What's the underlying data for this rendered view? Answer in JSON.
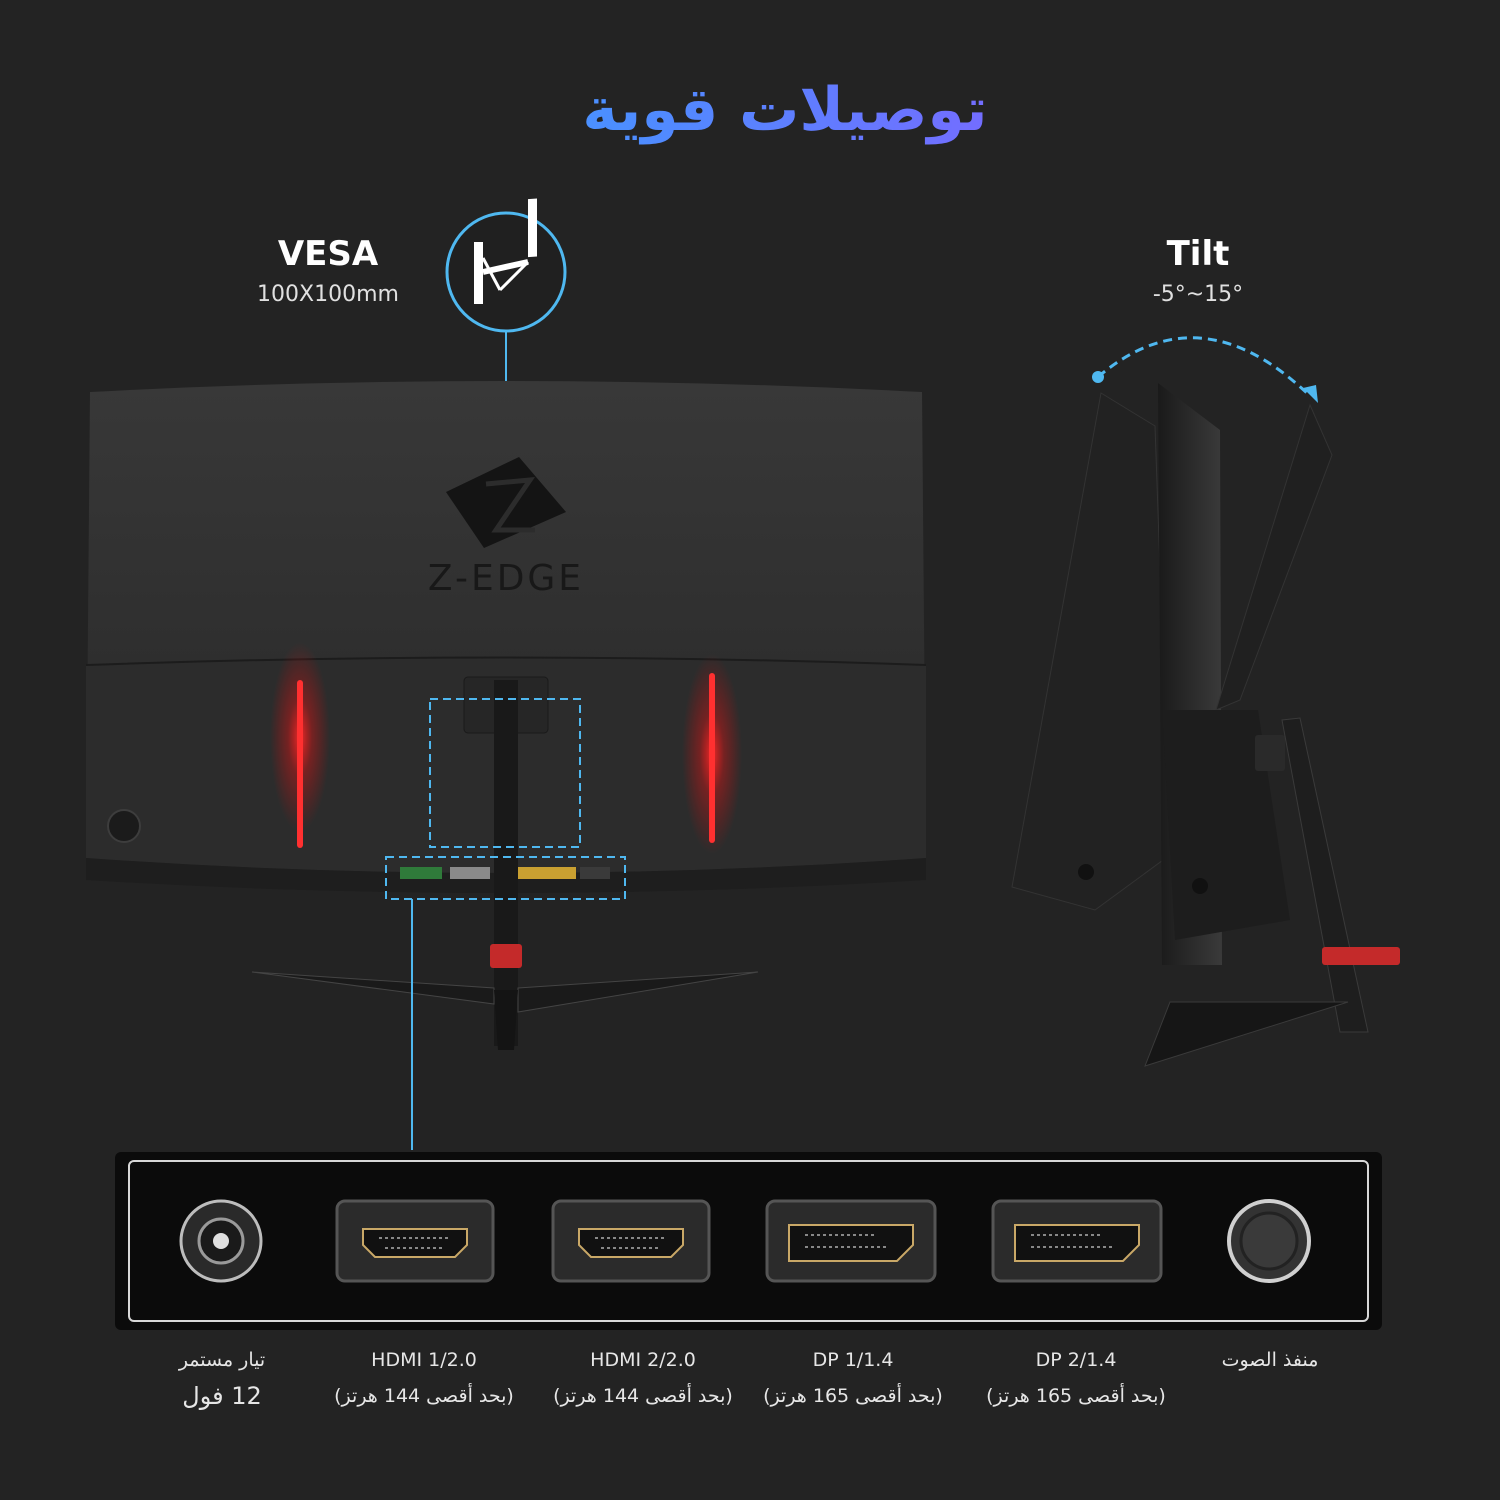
{
  "title": "توصيلات قوية",
  "vesa": {
    "title": "VESA",
    "spec": "100X100mm",
    "icon": "vesa-mount-icon"
  },
  "tilt": {
    "title": "Tilt",
    "range": "-5°~15°",
    "icon": "tilt-arrow-icon"
  },
  "brand": {
    "name": "Z-EDGE",
    "logo": "z-edge-logo"
  },
  "ports": [
    {
      "icon": "dc-power-port-icon",
      "label": "تيار مستمر",
      "sub": "12 فول"
    },
    {
      "icon": "hdmi-port-icon",
      "label": "HDMI 1/2.0",
      "sub": "(بحد أقصى 144 هرتز)"
    },
    {
      "icon": "hdmi-port-icon",
      "label": "HDMI 2/2.0",
      "sub": "(بحد أقصى 144 هرتز)"
    },
    {
      "icon": "displayport-icon",
      "label": "DP 1/1.4",
      "sub": "(بحد أقصى 165 هرتز)"
    },
    {
      "icon": "displayport-icon",
      "label": "DP 2/1.4",
      "sub": "(بحد أقصى 165 هرتز)"
    },
    {
      "icon": "audio-port-icon",
      "label": "منفذ الصوت",
      "sub": ""
    }
  ],
  "colors": {
    "accent": "#4fb8f0",
    "background": "#232323",
    "led": "#ff2020",
    "port_gold": "#c9a867"
  }
}
